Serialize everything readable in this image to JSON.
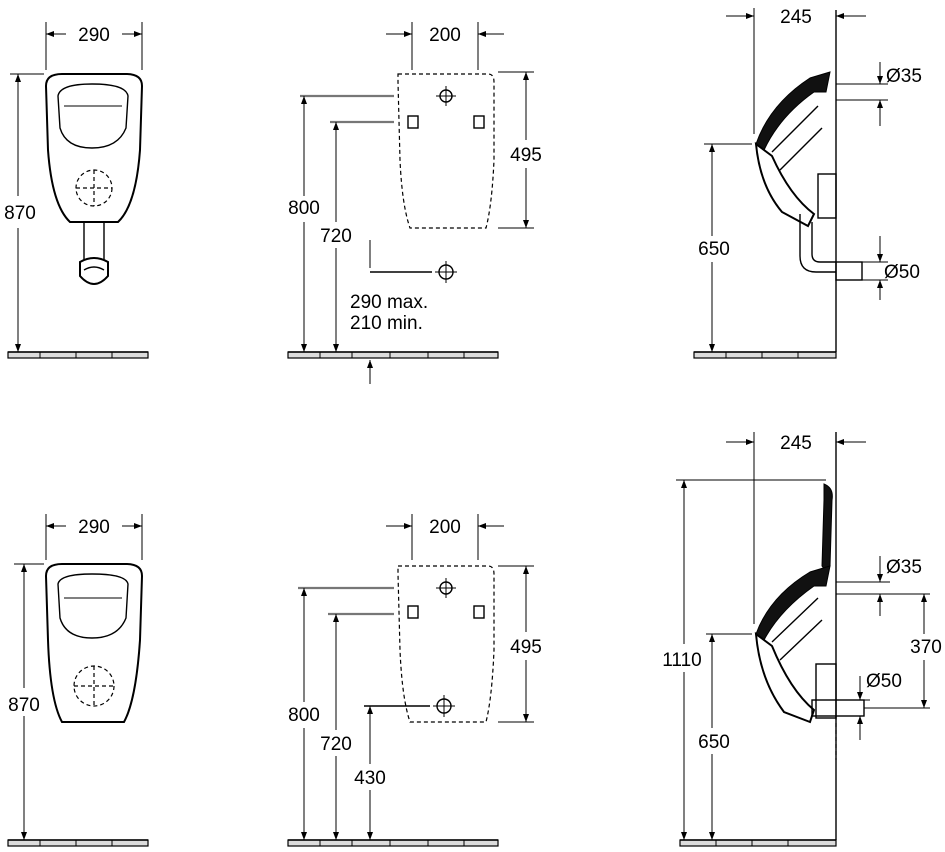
{
  "top_row": {
    "front_view": {
      "width": "290",
      "height": "870"
    },
    "installation": {
      "width": "200",
      "height_upper": "495",
      "inlet_height": "800",
      "outlet_height": "720",
      "range_line1": "290 max.",
      "range_line2": "210 min."
    },
    "side_view": {
      "depth": "245",
      "inlet_diameter": "Ø35",
      "rim_height": "650",
      "outlet_diameter": "Ø50"
    }
  },
  "bottom_row": {
    "front_view": {
      "width": "290",
      "height": "870"
    },
    "installation": {
      "width": "200",
      "height_upper": "495",
      "inlet_height": "800",
      "outlet_height": "720",
      "drain_height": "430"
    },
    "side_view": {
      "depth": "245",
      "total_height": "1110",
      "inlet_diameter": "Ø35",
      "spacing": "370",
      "outlet_diameter": "Ø50",
      "rim_height": "650"
    }
  }
}
